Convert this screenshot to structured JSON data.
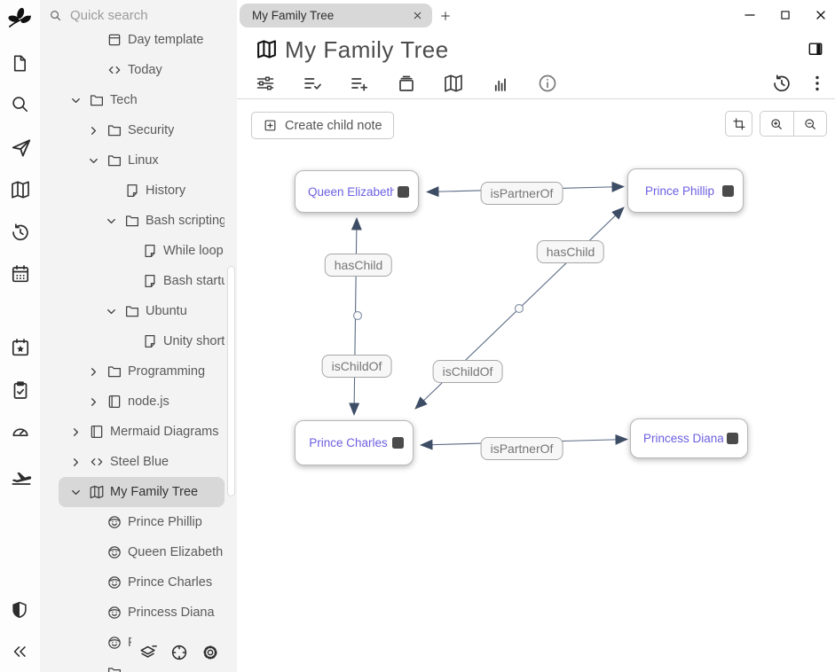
{
  "colors": {
    "link_text": "#6c5fe0",
    "edge": "#5a6a84",
    "arrowhead": "#3d4d66",
    "selected_row_bg": "#d8d8d8",
    "panel_bg": "#f3f3f3",
    "tab_bg": "#d8d8d8"
  },
  "launcher": {
    "icons": [
      "trilium-logo",
      "new-note-icon",
      "search-icon",
      "jump-to-note-icon",
      "note-map-icon",
      "recent-changes-icon",
      "calendar-icon",
      "bookmarks-icon",
      "task-list-icon",
      "dashboard-icon",
      "travel-icon",
      "protected-session-icon",
      "collapse-pane-icon"
    ]
  },
  "tree": {
    "search_placeholder": "Quick search",
    "bottom_actions": [
      "collapse-subtree-icon",
      "scroll-to-active-note-icon",
      "settings-gear-icon"
    ],
    "items": [
      {
        "label": "Day template",
        "level": 1,
        "chevron": "none",
        "icon": "box"
      },
      {
        "label": "Today",
        "level": 1,
        "chevron": "none",
        "icon": "code"
      },
      {
        "label": "Tech",
        "level": 0,
        "chevron": "expanded",
        "icon": "folder"
      },
      {
        "label": "Security",
        "level": 1,
        "chevron": "collapsed",
        "icon": "folder"
      },
      {
        "label": "Linux",
        "level": 1,
        "chevron": "expanded",
        "icon": "folder"
      },
      {
        "label": "History",
        "level": 2,
        "chevron": "none",
        "icon": "note"
      },
      {
        "label": "Bash scripting",
        "level": 2,
        "chevron": "expanded",
        "icon": "folder"
      },
      {
        "label": "While loop",
        "level": 3,
        "chevron": "none",
        "icon": "note"
      },
      {
        "label": "Bash startu",
        "level": 3,
        "chevron": "none",
        "icon": "note"
      },
      {
        "label": "Ubuntu",
        "level": 2,
        "chevron": "expanded",
        "icon": "folder"
      },
      {
        "label": "Unity short",
        "level": 3,
        "chevron": "none",
        "icon": "note"
      },
      {
        "label": "Programming",
        "level": 1,
        "chevron": "collapsed",
        "icon": "folder"
      },
      {
        "label": "node.js",
        "level": 1,
        "chevron": "collapsed",
        "icon": "book"
      },
      {
        "label": "Mermaid Diagrams",
        "level": 0,
        "chevron": "collapsed",
        "icon": "book"
      },
      {
        "label": "Steel Blue",
        "level": 0,
        "chevron": "collapsed",
        "icon": "code"
      },
      {
        "label": "My Family Tree",
        "level": 0,
        "chevron": "expanded",
        "icon": "map",
        "selected": true
      },
      {
        "label": "Prince Phillip",
        "level": 1,
        "chevron": "none",
        "icon": "face"
      },
      {
        "label": "Queen Elizabeth",
        "level": 1,
        "chevron": "none",
        "icon": "face"
      },
      {
        "label": "Prince Charles",
        "level": 1,
        "chevron": "none",
        "icon": "face"
      },
      {
        "label": "Princess Diana",
        "level": 1,
        "chevron": "none",
        "icon": "face"
      },
      {
        "label": "P",
        "level": 1,
        "chevron": "none",
        "icon": "face"
      },
      {
        "label": "",
        "level": 1,
        "chevron": "none",
        "icon": "folder"
      }
    ]
  },
  "tabs": {
    "items": [
      {
        "label": "My Family Tree",
        "active": true
      }
    ],
    "new_tab_icon": "plus-icon"
  },
  "window_controls": [
    "minimize-icon",
    "maximize-icon",
    "close-icon"
  ],
  "note": {
    "title": "My Family Tree",
    "icon": "map-icon"
  },
  "ribbon": {
    "tab_icons": [
      "basic-properties-icon",
      "owned-attributes-icon",
      "promoted-attributes-icon",
      "note-paths-icon",
      "note-map-icon",
      "similar-notes-icon",
      "note-info-icon"
    ],
    "right_icons": [
      "note-revisions-icon",
      "options-kebab-icon"
    ],
    "split_icon": "split-pane-icon"
  },
  "canvas": {
    "create_child_note_label": "Create child note",
    "control_icons": [
      "reset-pan-zoom-icon",
      "zoom-in-icon",
      "zoom-out-icon"
    ]
  },
  "graph": {
    "nodes": [
      {
        "label": "Queen Elizabeth II"
      },
      {
        "label": "Prince Phillip"
      },
      {
        "label": "Prince Charles"
      },
      {
        "label": "Princess Diana"
      }
    ],
    "edge_labels": [
      {
        "text": "isPartnerOf"
      },
      {
        "text": "hasChild"
      },
      {
        "text": "isChildOf"
      },
      {
        "text": "hasChild"
      },
      {
        "text": "isChildOf"
      },
      {
        "text": "isPartnerOf"
      }
    ],
    "relations": [
      {
        "from": "Queen Elizabeth II",
        "to": "Prince Phillip",
        "labels": [
          "isPartnerOf"
        ]
      },
      {
        "from": "Queen Elizabeth II",
        "to": "Prince Charles",
        "labels": [
          "hasChild",
          "isChildOf"
        ]
      },
      {
        "from": "Prince Phillip",
        "to": "Prince Charles",
        "labels": [
          "hasChild",
          "isChildOf"
        ]
      },
      {
        "from": "Prince Charles",
        "to": "Princess Diana",
        "labels": [
          "isPartnerOf"
        ]
      }
    ]
  }
}
